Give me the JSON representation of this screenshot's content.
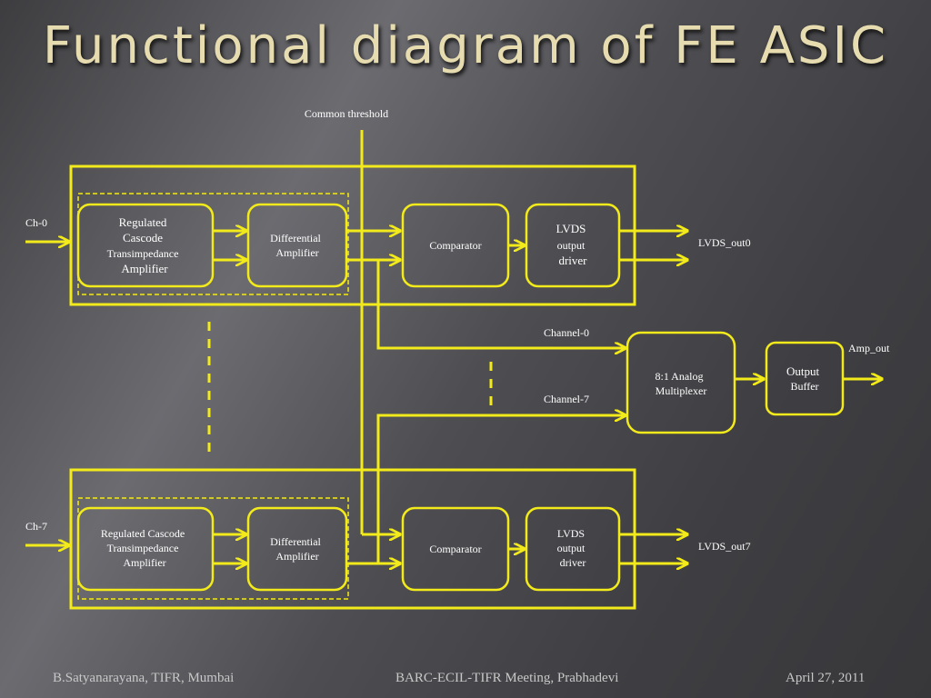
{
  "title": "Functional diagram of FE ASIC",
  "labels": {
    "common_threshold": "Common threshold",
    "ch0": "Ch-0",
    "ch7": "Ch-7",
    "lvds_out0": "LVDS_out0",
    "lvds_out7": "LVDS_out7",
    "channel0": "Channel-0",
    "channel7": "Channel-7",
    "amp_out": "Amp_out"
  },
  "blocks": {
    "rcta0": [
      "Regulated",
      "Cascode",
      "Transimpedance",
      "Amplifier"
    ],
    "rcta7": [
      "Regulated Cascode",
      "Transimpedance",
      "Amplifier"
    ],
    "diff": [
      "Differential",
      "Amplifier"
    ],
    "comparator": "Comparator",
    "lvds": [
      "LVDS",
      "output",
      "driver"
    ],
    "mux": [
      "8:1 Analog",
      "Multiplexer"
    ],
    "buffer": [
      "Output",
      "Buffer"
    ]
  },
  "footer": {
    "left": "B.Satyanarayana, TIFR, Mumbai",
    "center": "BARC-ECIL-TIFR Meeting, Prabhadevi",
    "right": "April 27, 2011"
  },
  "colors": {
    "accent": "#f2ea1a",
    "title": "#e6dcaf",
    "background": "#4a4a4e"
  }
}
